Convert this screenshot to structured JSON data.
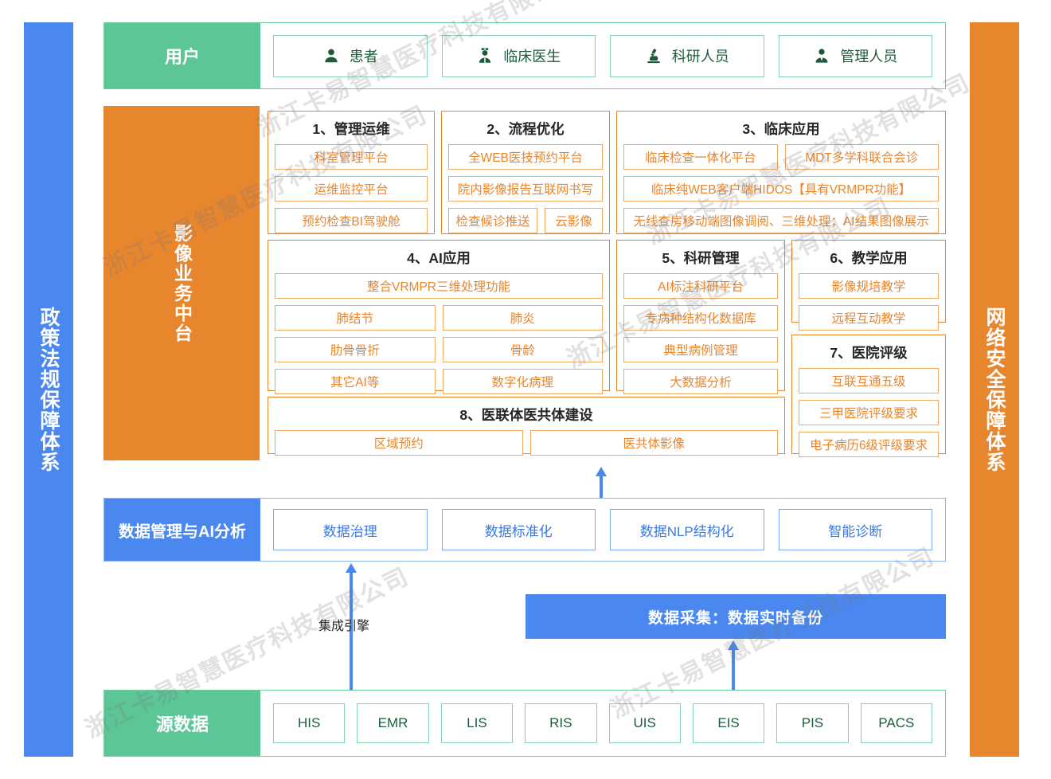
{
  "rails": {
    "left": {
      "name": "policy-rail",
      "text": "政策法规保障体系",
      "color": "#4a87ef"
    },
    "right": {
      "name": "security-rail",
      "text": "网络安全保障体系",
      "color": "#e8862d"
    }
  },
  "users": {
    "label": "用户",
    "color": "#5cc696",
    "items": [
      {
        "icon": "patient-icon",
        "label": "患者"
      },
      {
        "icon": "doctor-icon",
        "label": "临床医生"
      },
      {
        "icon": "microscope-icon",
        "label": "科研人员"
      },
      {
        "icon": "manager-icon",
        "label": "管理人员"
      }
    ]
  },
  "middle": {
    "label": "影像业务中台",
    "color": "#e8862d",
    "groups": [
      {
        "title": "1、管理运维",
        "rows": [
          [
            "科室管理平台"
          ],
          [
            "运维监控平台"
          ],
          [
            "预约检查BI驾驶舱"
          ]
        ]
      },
      {
        "title": "2、流程优化",
        "rows": [
          [
            "全WEB医技预约平台"
          ],
          [
            "院内影像报告互联网书写"
          ],
          [
            "检查候诊推送",
            "云影像"
          ]
        ]
      },
      {
        "title": "3、临床应用",
        "rows": [
          [
            "临床检查一体化平台",
            "MDT多学科联合会诊"
          ],
          [
            "临床纯WEB客户端HIDOS【具有VRMPR功能】"
          ],
          [
            "无线查房移动端图像调阅、三维处理；AI结果图像展示"
          ]
        ]
      },
      {
        "title": "4、AI应用",
        "rows": [
          [
            "整合VRMPR三维处理功能"
          ],
          [
            "肺结节",
            "肺炎"
          ],
          [
            "肋骨骨折",
            "骨龄"
          ],
          [
            "其它AI等",
            "数字化病理"
          ]
        ]
      },
      {
        "title": "5、科研管理",
        "rows": [
          [
            "AI标注科研平台"
          ],
          [
            "专病种结构化数据库"
          ],
          [
            "典型病例管理"
          ],
          [
            "大数据分析"
          ]
        ]
      },
      {
        "title": "6、教学应用",
        "rows": [
          [
            "影像规培教学"
          ],
          [
            "远程互动教学"
          ]
        ]
      },
      {
        "title": "7、医院评级",
        "rows": [
          [
            "互联互通五级"
          ],
          [
            "三甲医院评级要求"
          ],
          [
            "电子病历6级评级要求"
          ]
        ]
      },
      {
        "title": "8、医联体医共体建设",
        "rows": [
          [
            "区域预约",
            "医共体影像"
          ]
        ]
      }
    ]
  },
  "data_management": {
    "label": "数据管理与AI分析",
    "color": "#4a87ef",
    "items": [
      "数据治理",
      "数据标准化",
      "数据NLP结构化",
      "智能诊断"
    ]
  },
  "middle_gap": {
    "collection_bar": "数据采集：数据实时备份",
    "integration_label": "集成引擎"
  },
  "source": {
    "label": "源数据",
    "color": "#5cc696",
    "items": [
      "HIS",
      "EMR",
      "LIS",
      "RIS",
      "UIS",
      "EIS",
      "PIS",
      "PACS"
    ]
  },
  "watermarks": [
    "浙江卡易智慧医疗科技有限公司",
    "浙江卡易智慧医疗科技有限公司",
    "浙江卡易智慧医疗科技有限公司",
    "浙江卡易智慧医疗科技有限公司",
    "浙江卡易智慧医疗科技有限公司",
    "浙江卡易智慧医疗科技有限公司"
  ]
}
